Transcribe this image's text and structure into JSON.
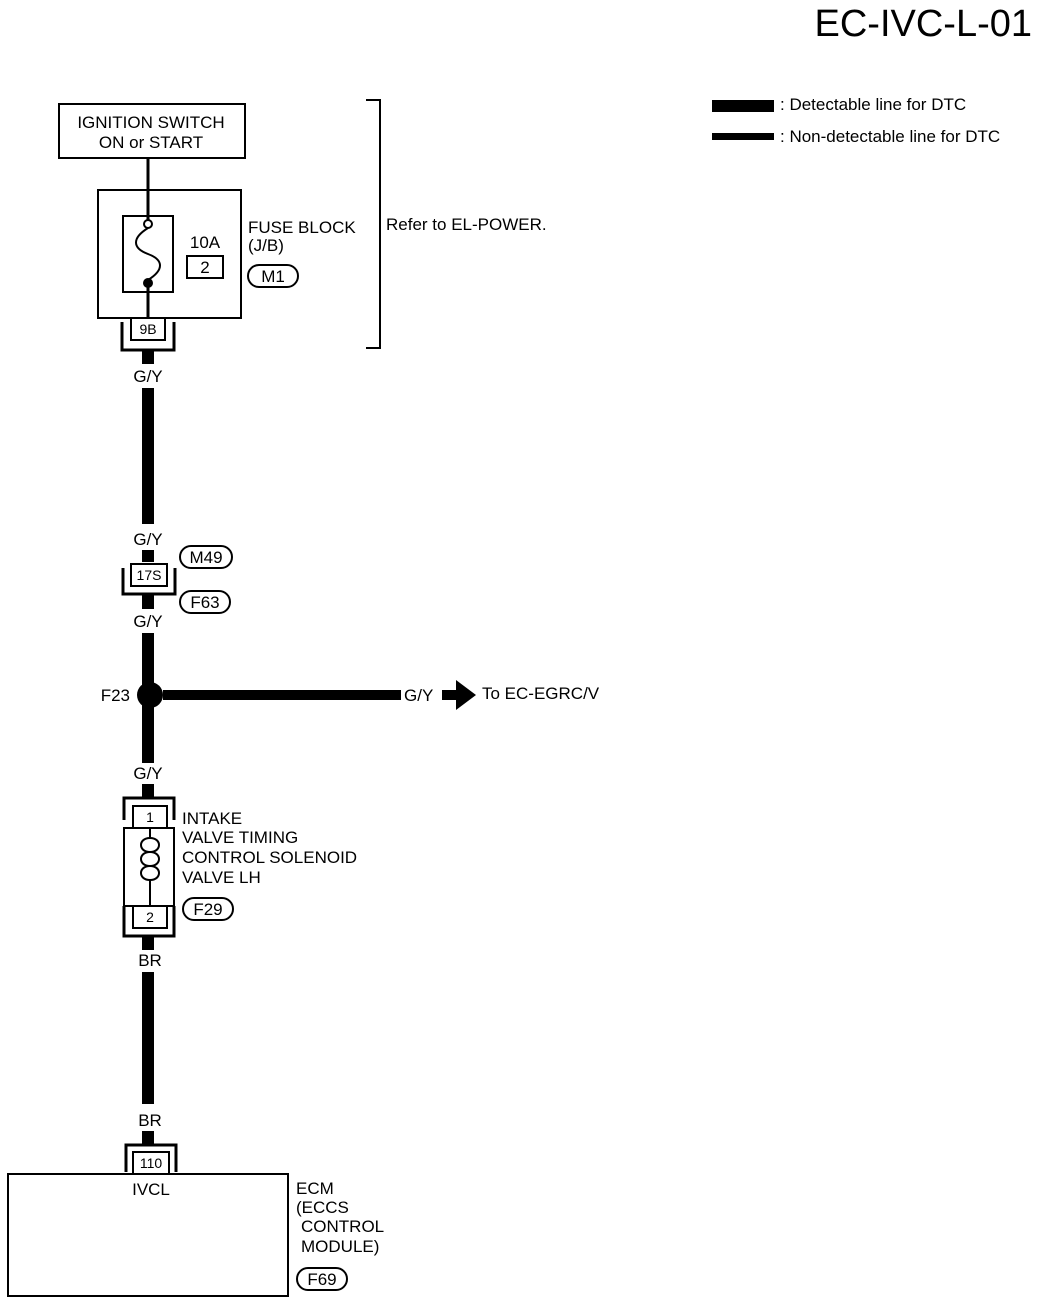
{
  "page_code": "EC-IVC-L-01",
  "legend": {
    "detectable": ": Detectable line for DTC",
    "non_detectable": ": Non-detectable line for DTC"
  },
  "ignition_switch": {
    "line1": "IGNITION SWITCH",
    "line2": "ON or START"
  },
  "fuse_block": {
    "name_line1": "FUSE BLOCK",
    "name_line2": "(J/B)",
    "amperage": "10A",
    "fuse_number": "2",
    "connector": "M1",
    "terminal": "9B"
  },
  "bracket_note": "Refer to EL-POWER.",
  "wires": {
    "gy_1": "G/Y",
    "gy_2": "G/Y",
    "gy_3": "G/Y",
    "gy_4": "G/Y",
    "gy_branch": "G/Y",
    "br_1": "BR",
    "br_2": "BR"
  },
  "joint_connector": {
    "terminal": "17S",
    "connector_top": "M49",
    "connector_bottom": "F63"
  },
  "splice": {
    "name": "F23",
    "destination": "To EC-EGRC/V"
  },
  "solenoid": {
    "pin_top": "1",
    "pin_bottom": "2",
    "line1": "INTAKE",
    "line2": "VALVE TIMING",
    "line3": "CONTROL SOLENOID",
    "line4": "VALVE LH",
    "connector": "F29"
  },
  "ecm": {
    "terminal": "110",
    "signal": "IVCL",
    "line1": "ECM",
    "line2": "(ECCS",
    "line3": "CONTROL",
    "line4": "MODULE)",
    "connector": "F69"
  }
}
